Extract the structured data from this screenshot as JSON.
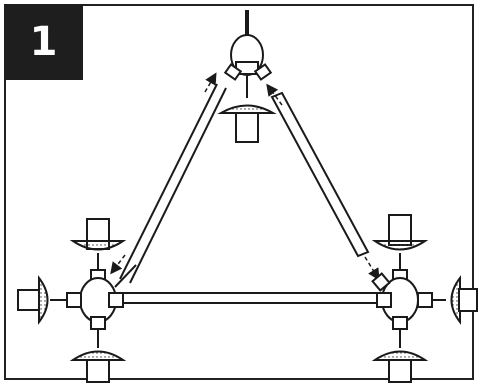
{
  "step": {
    "number": "1"
  },
  "colors": {
    "ink": "#1a1a1a",
    "metal": "#ffffff",
    "badge": "#1e1e1e",
    "badge_text": "#ffffff"
  },
  "icons": {
    "arrows": "assembly-direction-arrows",
    "fixtures": "lamp-shade-fixtures"
  }
}
